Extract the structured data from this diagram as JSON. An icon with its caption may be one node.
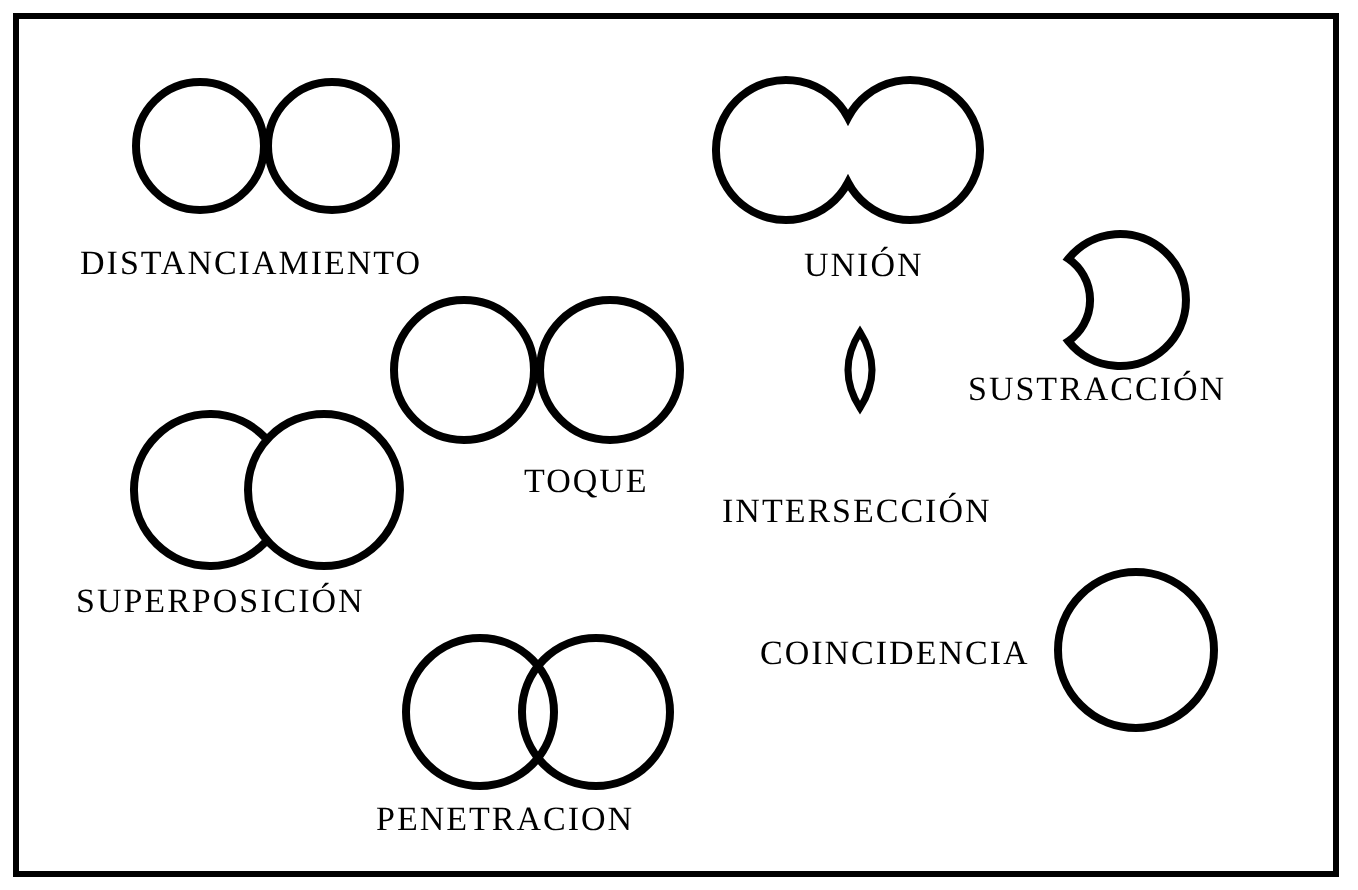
{
  "diagram": {
    "labels": [
      "DISTANCIAMIENTO",
      "UNIÓN",
      "SUSTRACCIÓN",
      "TOQUE",
      "INTERSECCIÓN",
      "SUPERPOSICIÓN",
      "COINCIDENCIA",
      "PENETRACION"
    ]
  }
}
